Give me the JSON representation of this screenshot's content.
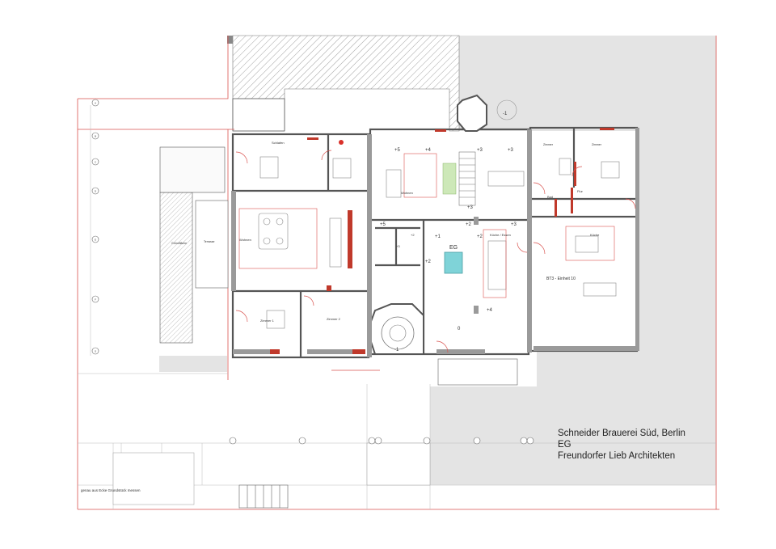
{
  "title_block": {
    "project": "Schneider Brauerei Süd, Berlin",
    "floor": "EG",
    "architect": "Freundorfer Lieb Architekten"
  },
  "rooms": {
    "schlafen": "Schlafen",
    "wohnen_left": "Wohnen",
    "zimmer1": "Zimmer 1",
    "zimmer2": "Zimmer 2",
    "wohnen_center": "Wohnen",
    "eg": "EG",
    "kueche_essen": "Küche / Essen",
    "zimmer_a": "Zimmer",
    "zimmer_b": "Zimmer",
    "flur": "Flur",
    "bad": "Bad",
    "kueche": "Küche",
    "bt3": "BT3 - Einheit 10",
    "terrasse": "Terrasse",
    "gruenflaeche": "Gründfläche"
  },
  "levels": [
    "+5",
    "+4",
    "+3",
    "+3",
    "+3",
    "+5",
    "+2",
    "+3",
    "+1",
    "+2",
    "+2",
    "+4",
    "+3",
    "+2",
    "0",
    "-1",
    "-1"
  ],
  "axis_labels": [
    "A",
    "B",
    "C",
    "D",
    "E",
    "F",
    "G"
  ],
  "notes": {
    "measure": "genau aus Ecke Grundstück messen"
  },
  "colors": {
    "wall": "#555555",
    "wall_fill": "#9a9a9a",
    "hatch": "#8a8a8a",
    "grey_area": "#e4e4e4",
    "red_line": "#d9534f",
    "accent": "#c0392b",
    "pool": "#7fd3d8"
  }
}
